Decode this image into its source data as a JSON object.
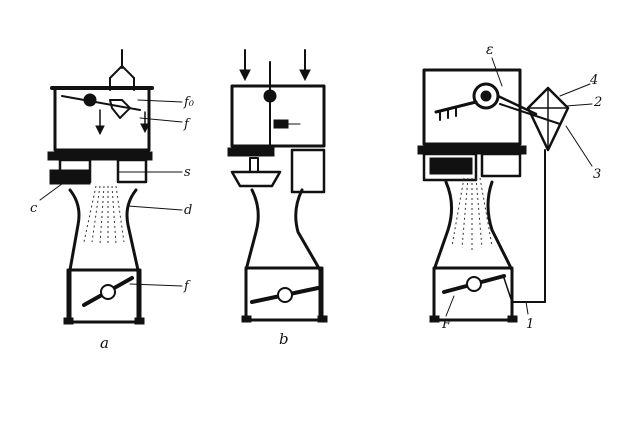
{
  "figure": {
    "panel_a": {
      "caption": "a",
      "labels": [
        "f₀",
        "f",
        "s",
        "c",
        "d",
        "f"
      ]
    },
    "panel_b": {
      "caption": "b"
    },
    "panel_c": {
      "labels": [
        "ε",
        "4",
        "2",
        "3",
        "F",
        "1"
      ]
    }
  }
}
